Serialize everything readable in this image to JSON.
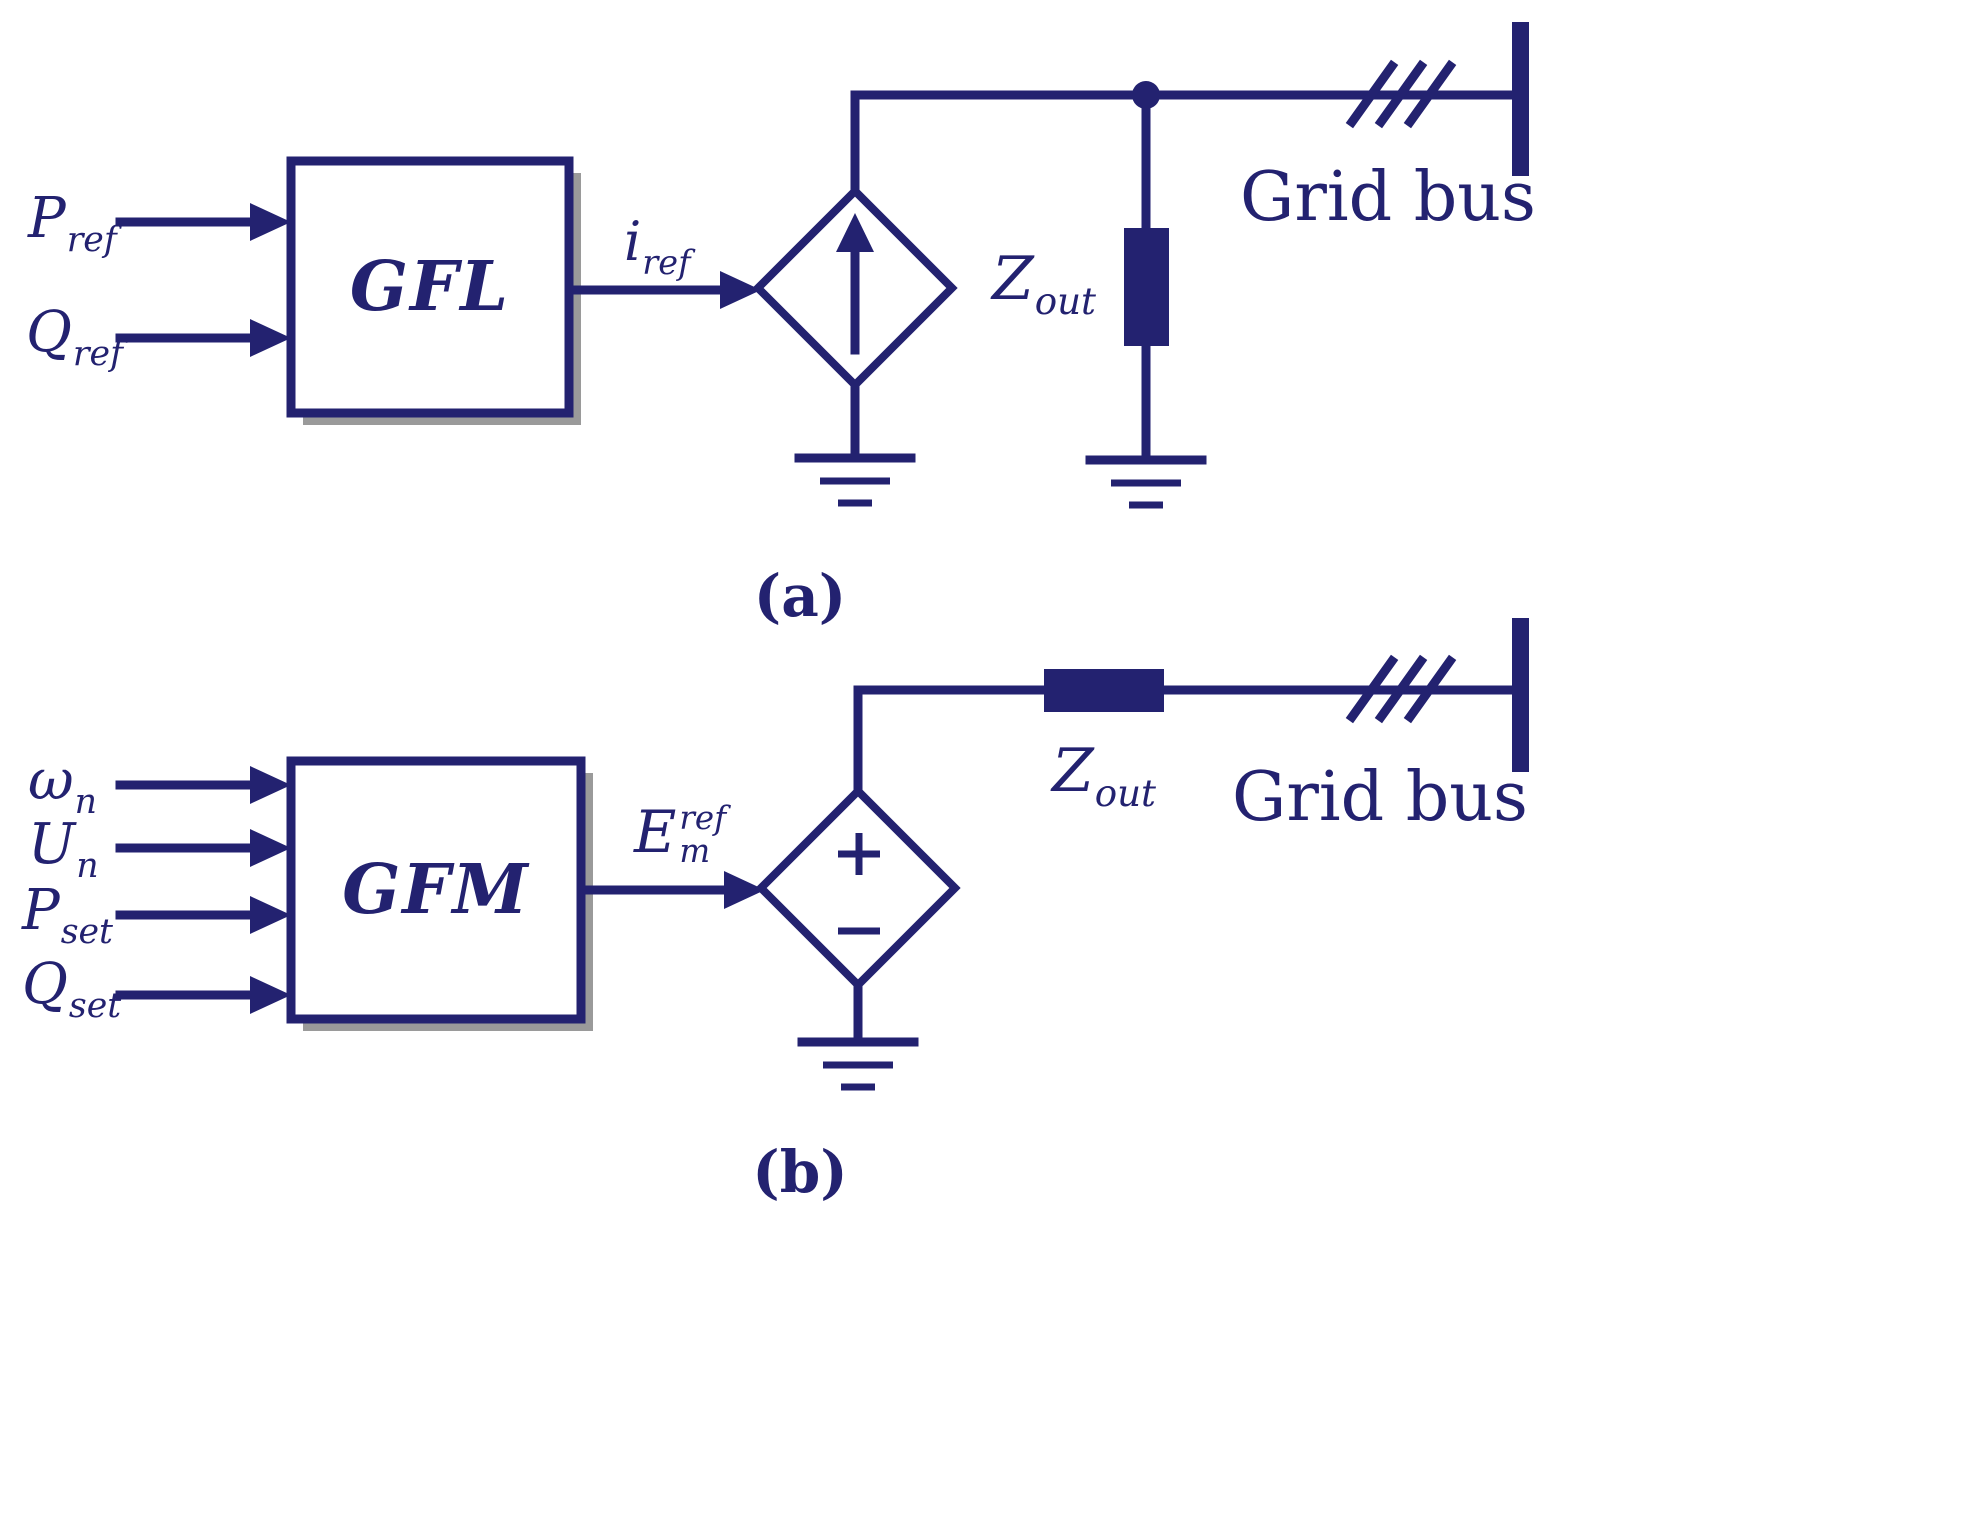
{
  "colors": {
    "ink": "#232270",
    "shadow": "#9a9a9a",
    "background": "#ffffff"
  },
  "a": {
    "inputs": [
      {
        "main": "P",
        "sub": "ref"
      },
      {
        "main": "Q",
        "sub": "ref"
      }
    ],
    "block": "GFL",
    "output": {
      "main": "i",
      "sub": "ref"
    },
    "impedance": {
      "main": "Z",
      "sub": "out"
    },
    "bus": "Grid bus",
    "caption": "(a)"
  },
  "b": {
    "inputs": [
      {
        "main": "ω",
        "sub": "n"
      },
      {
        "main": "U",
        "sub": "n"
      },
      {
        "main": "P",
        "sub": "set"
      },
      {
        "main": "Q",
        "sub": "set"
      }
    ],
    "block": "GFM",
    "output": {
      "main": "E",
      "sub": "m",
      "sup": "ref"
    },
    "impedance": {
      "main": "Z",
      "sub": "out"
    },
    "bus": "Grid bus",
    "caption": "(b)"
  }
}
